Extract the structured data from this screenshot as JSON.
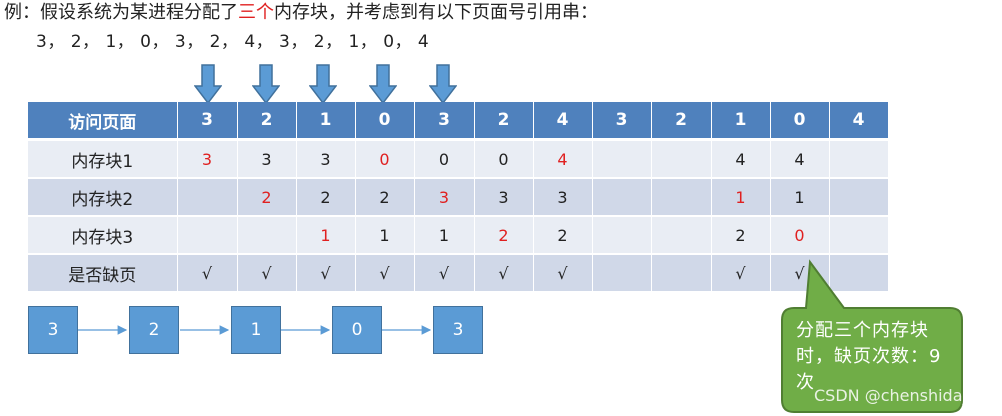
{
  "intro": {
    "prefix": "例：假设系统为某进程分配了",
    "highlight": "三个",
    "suffix": "内存块，并考虑到有以下页面号引用串："
  },
  "sequence": "3， 2， 1， 0， 3， 2， 4， 3， 2， 1， 0， 4",
  "table": {
    "header_label": "访问页面",
    "pages": [
      "3",
      "2",
      "1",
      "0",
      "3",
      "2",
      "4",
      "3",
      "2",
      "1",
      "0",
      "4"
    ],
    "rows": [
      {
        "label": "内存块1",
        "cells": [
          "3",
          "3",
          "3",
          "0",
          "0",
          "0",
          "4",
          "",
          "",
          "4",
          "4",
          ""
        ]
      },
      {
        "label": "内存块2",
        "cells": [
          "",
          "2",
          "2",
          "2",
          "3",
          "3",
          "3",
          "",
          "",
          "1",
          "1",
          ""
        ]
      },
      {
        "label": "内存块3",
        "cells": [
          "",
          "",
          "1",
          "1",
          "1",
          "2",
          "2",
          "",
          "",
          "2",
          "0",
          ""
        ]
      },
      {
        "label": "是否缺页",
        "cells": [
          "√",
          "√",
          "√",
          "√",
          "√",
          "√",
          "√",
          "",
          "",
          "√",
          "√",
          ""
        ]
      }
    ],
    "red_cells": [
      [
        0,
        0
      ],
      [
        0,
        3
      ],
      [
        0,
        6
      ],
      [
        1,
        1
      ],
      [
        1,
        4
      ],
      [
        1,
        9
      ],
      [
        2,
        2
      ],
      [
        2,
        5
      ],
      [
        2,
        10
      ]
    ]
  },
  "chain": [
    "3",
    "2",
    "1",
    "0",
    "3"
  ],
  "callout": "分配三个内存块时，缺页次数：9次",
  "watermark": "CSDN @chenshida_",
  "colors": {
    "header": "#4f81bd",
    "row_light": "#e9edf4",
    "row_dark": "#d0d8e8",
    "highlight": "#e02020",
    "box": "#5b9bd5",
    "callout": "#70ad47"
  }
}
